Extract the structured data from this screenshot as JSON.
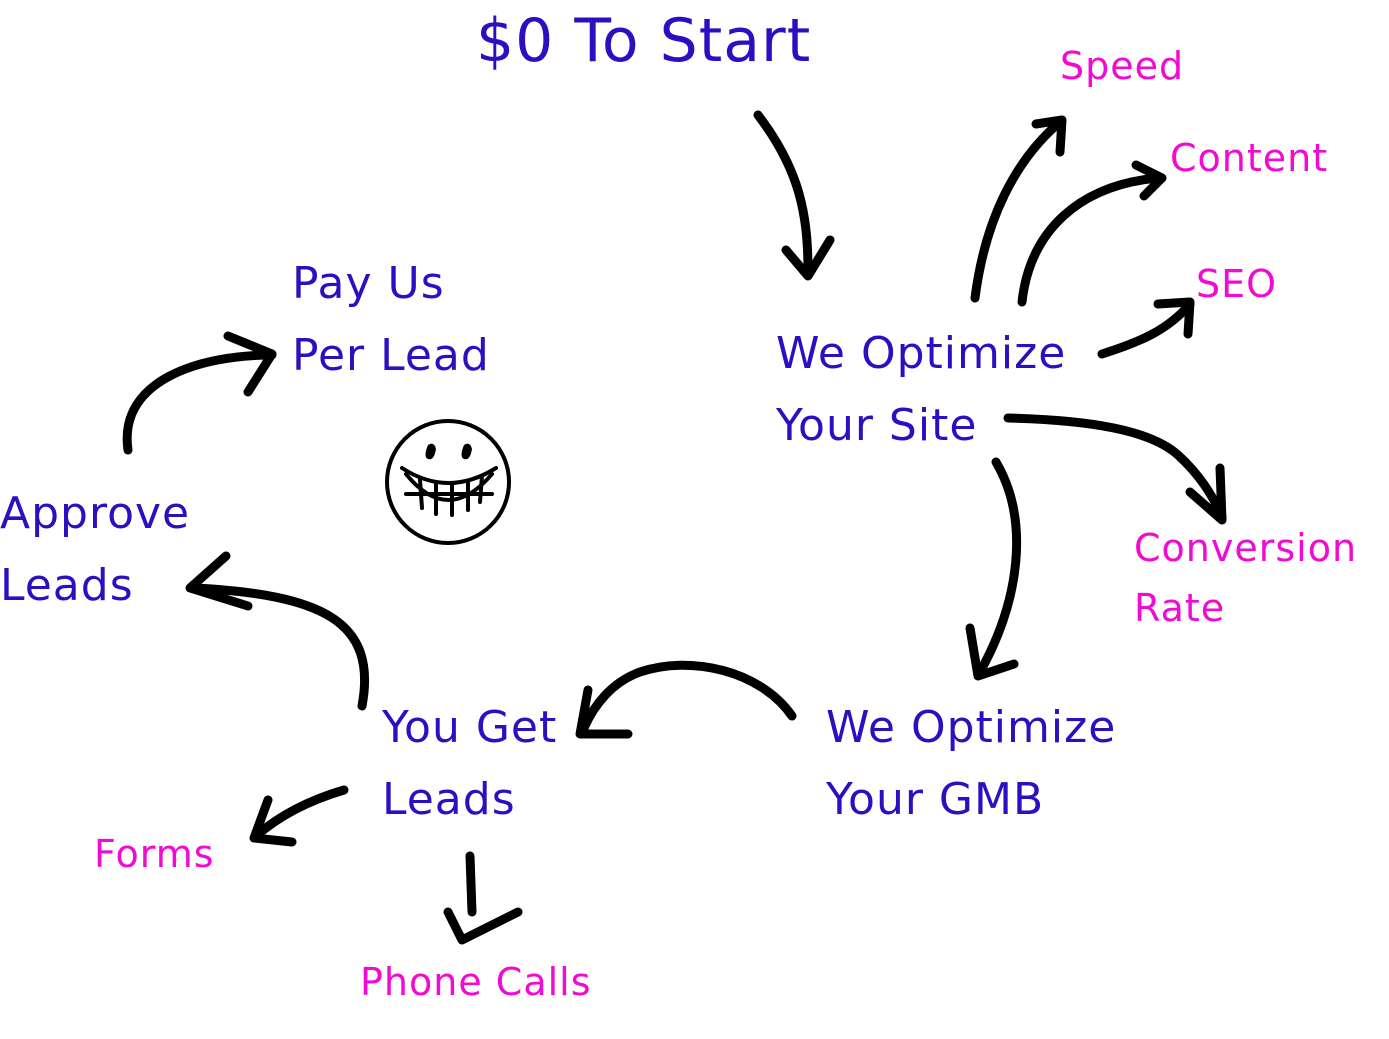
{
  "title": "$0 To Start",
  "nodes": {
    "optimize_site": [
      "We Optimize",
      "Your Site"
    ],
    "optimize_gmb": [
      "We Optimize",
      "Your GMB"
    ],
    "get_leads": [
      "You Get",
      "Leads"
    ],
    "approve_leads": [
      "Approve",
      "Leads"
    ],
    "pay_per_lead": [
      "Pay Us",
      "Per Lead"
    ]
  },
  "site_items": {
    "speed": "Speed",
    "content": "Content",
    "seo": "SEO",
    "conversion_rate": [
      "Conversion",
      "Rate"
    ]
  },
  "lead_types": {
    "forms": "Forms",
    "phone_calls": "Phone Calls"
  },
  "colors": {
    "main_text": "#2a10c0",
    "sub_text": "#f00ad2",
    "arrows": "#000000"
  },
  "icons": {
    "face": "smiley-face-icon"
  }
}
